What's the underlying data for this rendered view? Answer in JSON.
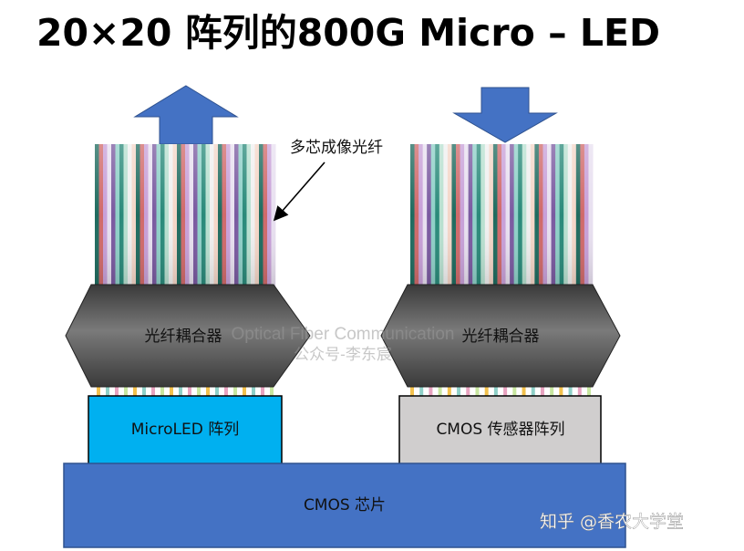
{
  "title": "20×20 阵列的800G Micro – LED",
  "labels": {
    "fiber_bundle": "多芯成像光纤",
    "coupler_left": "光纤耦合器",
    "coupler_right": "光纤耦合器",
    "microled_array": "MicroLED 阵列",
    "cmos_sensor_array": "CMOS 传感器阵列",
    "cmos_chip": "CMOS 芯片"
  },
  "watermark": {
    "line1": "Optical Fiber Communication",
    "line2": "公众号-李东宸"
  },
  "credit": "知乎 @香农大学堂",
  "arrows": {
    "left": "up-arrow",
    "right": "down-arrow"
  },
  "colors": {
    "arrow": "#4472c4",
    "microled": "#00b0f0",
    "cmos_sensor": "#d0cece",
    "cmos_chip": "#4472c4",
    "coupler": "#4a4a4a",
    "fiber_edge": "#1f6b5f"
  }
}
